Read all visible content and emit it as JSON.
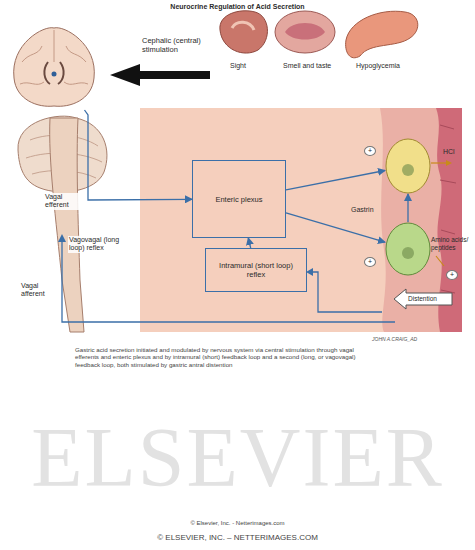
{
  "diagram": {
    "title": "Neurocrine Regulation of Acid Secretion",
    "caption": "Gastric acid secretion initiated and modulated by nervous system via central stimulation through vagal efferents and enteric plexus and by intramural (short) feedback loop and a second (long, or vagovagal) feedback loop, both stimulated by gastric antral distention",
    "nodes": [
      {
        "text": [
          "Cephalic (central) stimulation"
        ]
      },
      {
        "text": [
          "Enteric plexus"
        ]
      },
      {
        "text": [
          "Intramural (short loop) reflex"
        ]
      },
      {
        "text": [
          "Gastrin"
        ]
      },
      {
        "text": [
          "HCl"
        ]
      }
    ],
    "edges": [
      {
        "from": 0,
        "to": 1,
        "arrow": "to",
        "label": "Vagal efferent"
      },
      {
        "from": 2,
        "to": 1,
        "arrow": "to"
      },
      {
        "from": 1,
        "to": 4,
        "arrow": "to"
      },
      {
        "from": 1,
        "to": 3,
        "arrow": "to"
      },
      {
        "from": 3,
        "to": 4,
        "arrow": "to"
      }
    ],
    "labels": [
      "Sight",
      "Smell and taste",
      "Hypoglycemia",
      "Vagovagal (long loop) reflex",
      "Vagal afferent",
      "Amino acids/ peptides",
      "Distention",
      "+",
      "+",
      "+",
      "JOHN A.CRAIG_AD",
      "ELSEVIER",
      "© Elsevier, Inc. - Netterimages.com",
      "© ELSEVIER, INC. – NETTERIMAGES.COM"
    ]
  }
}
